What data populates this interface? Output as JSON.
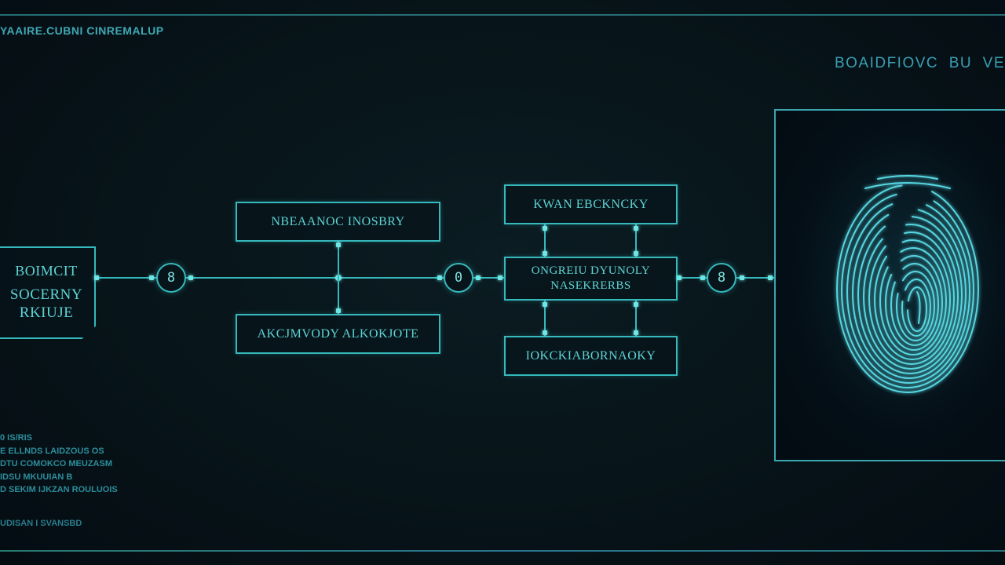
{
  "header": {
    "title_left": "YAAIRE.CUBNI CINREMALUP",
    "title_right": "BOAIDFIOVC  BU  VE"
  },
  "diagram": {
    "start_node": {
      "lines": [
        "BOIMCIT",
        "SOCERNY",
        "RKIUJE"
      ]
    },
    "junctions": [
      {
        "id": "j1",
        "label": "8"
      },
      {
        "id": "j2",
        "label": "0"
      },
      {
        "id": "j3",
        "label": "8"
      }
    ],
    "branch_a": {
      "top": "NBEAANOC INOSBRY",
      "bottom": "AKCJMVODY ALKOKJOTE"
    },
    "branch_b": {
      "top": "KWAN EBCKNCKY",
      "middle_line1": "ONGREIU DYUNOLY",
      "middle_line2": "NASEKRERBS",
      "bottom": "IOKCKIABORNAOKY"
    },
    "scanner": {
      "icon": "fingerprint-icon"
    }
  },
  "notes": {
    "lines": [
      "0 IS/RIS",
      "E ELLNDS LAIDZOUS OS",
      "DTU COMOKCO MEUZASM",
      "IDSU MKUUIAN B",
      "D SEKIM IJKZAN ROULUOIS"
    ],
    "footer": "UDISAN I SVANSBD"
  },
  "colors": {
    "accent": "#3fc8cc",
    "background": "#071419",
    "line": "#35b9bd"
  }
}
